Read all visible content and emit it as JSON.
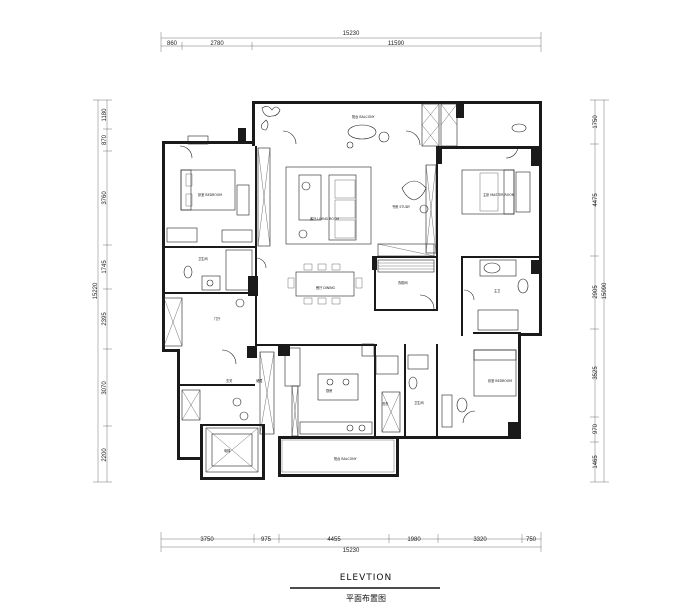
{
  "top_dims": {
    "total": "15230",
    "segments": [
      "860",
      "2780",
      "11590"
    ]
  },
  "bottom_dims": {
    "total": "15230",
    "segments": [
      "3750",
      "975",
      "4455",
      "1980",
      "3320",
      "750"
    ]
  },
  "left_dims": {
    "total": "15220",
    "segments": [
      "1180",
      "870",
      "3760",
      "1745",
      "2395",
      "3070",
      "2200"
    ]
  },
  "right_dims": {
    "total": "15090",
    "segments": [
      "1750",
      "4475",
      "2905",
      "3525",
      "970",
      "1465"
    ]
  },
  "rooms": {
    "balcony_north": "阳台 BALCONY",
    "bedroom_west": "卧室 BEDROOM",
    "living": "客厅 LIVING ROOM",
    "study": "书房 STUDY",
    "master_bedroom": "主卧 MASTER ROOM",
    "bath_west": "卫生间",
    "dining": "餐厅 DINING",
    "cloak": "衣帽间",
    "master_bath": "主卫",
    "foyer": "门厅",
    "entry": "玄关",
    "kitchen": "厨房",
    "storage": "储藏",
    "laundry": "洗衣",
    "bath_south": "卫生间",
    "bedroom_south": "卧室 BEDROOM",
    "balcony_south": "阳台 BALCONY",
    "elevator": "电梯"
  },
  "caption": {
    "en": "ELEVTION",
    "cn": "平面布置图"
  }
}
